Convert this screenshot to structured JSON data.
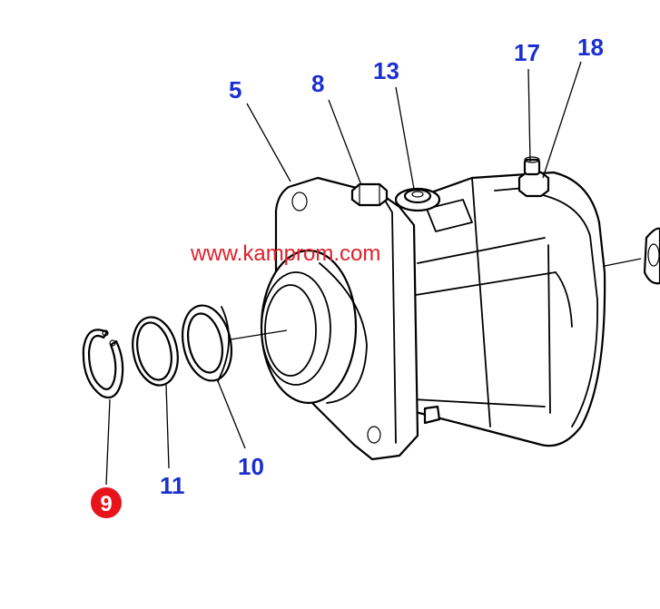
{
  "diagram": {
    "watermark": "www.kamprom.com",
    "highlight_color": "#e8141c",
    "label_color": "#1a2fd0",
    "callouts": [
      {
        "id": "5",
        "text": "5",
        "part": "flange-housing"
      },
      {
        "id": "8",
        "text": "8",
        "part": "hex-bolt"
      },
      {
        "id": "13",
        "text": "13",
        "part": "port-plug"
      },
      {
        "id": "17",
        "text": "17",
        "part": "breather-fitting"
      },
      {
        "id": "18",
        "text": "18",
        "part": "fitting-nut"
      },
      {
        "id": "10",
        "text": "10",
        "part": "shaft-seal"
      },
      {
        "id": "11",
        "text": "11",
        "part": "o-ring"
      },
      {
        "id": "9",
        "text": "9",
        "part": "snap-ring",
        "highlighted": true
      }
    ]
  }
}
